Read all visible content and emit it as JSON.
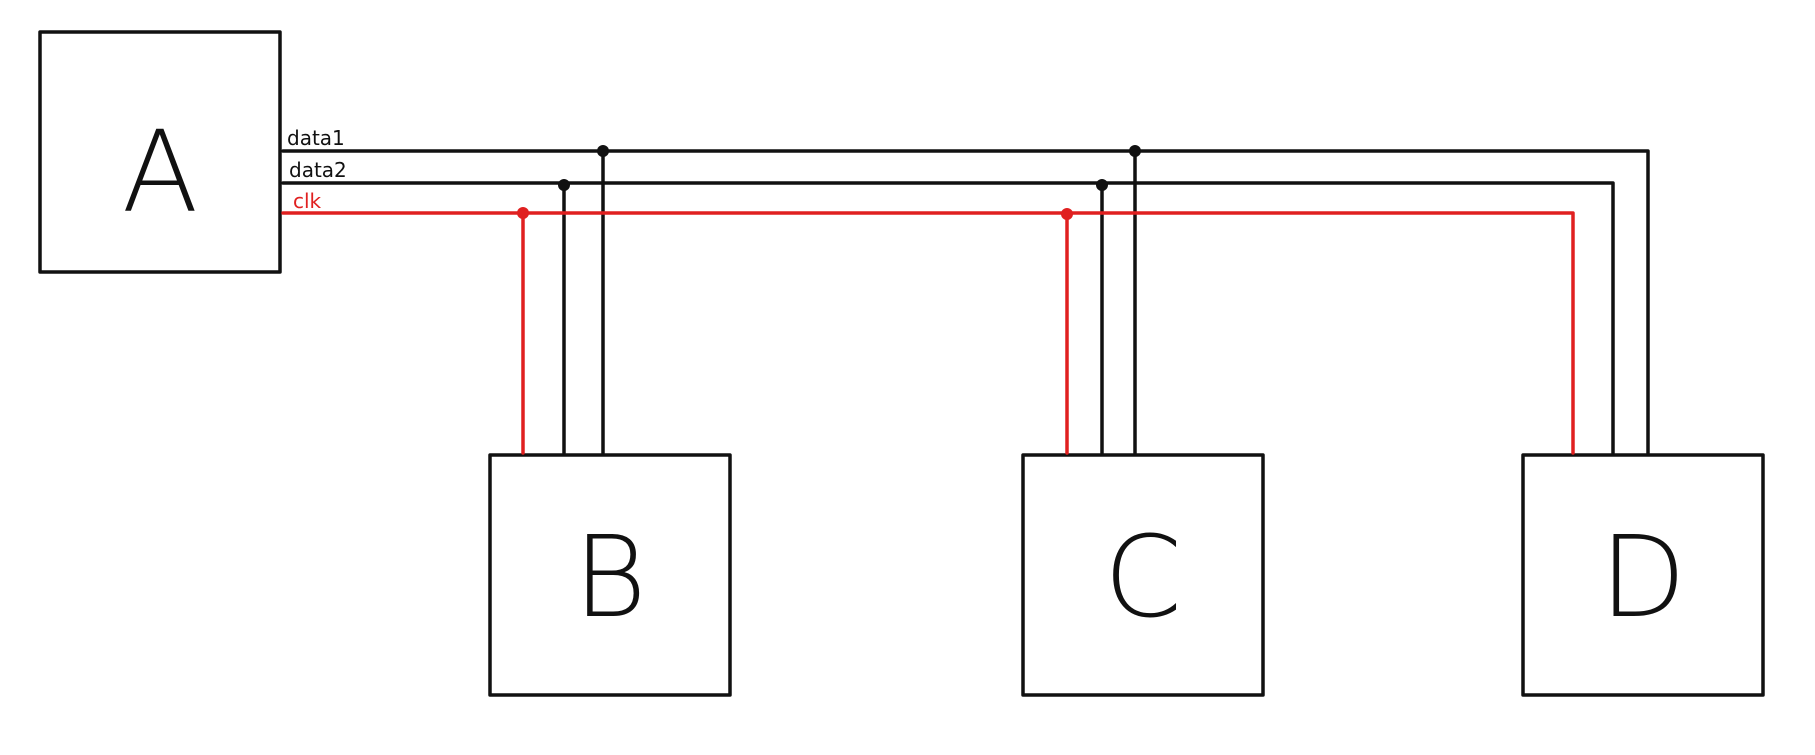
{
  "diagram": {
    "blocks": [
      {
        "id": "A",
        "label": "A"
      },
      {
        "id": "B",
        "label": "B"
      },
      {
        "id": "C",
        "label": "C"
      },
      {
        "id": "D",
        "label": "D"
      }
    ],
    "buses": [
      {
        "id": "data1",
        "label": "data1",
        "color": "#111111",
        "from": "A",
        "to": [
          "B",
          "C",
          "D"
        ]
      },
      {
        "id": "data2",
        "label": "data2",
        "color": "#111111",
        "from": "A",
        "to": [
          "B",
          "C",
          "D"
        ]
      },
      {
        "id": "clk",
        "label": "clk",
        "color": "#e02020",
        "from": "A",
        "to": [
          "B",
          "C",
          "D"
        ]
      }
    ]
  }
}
